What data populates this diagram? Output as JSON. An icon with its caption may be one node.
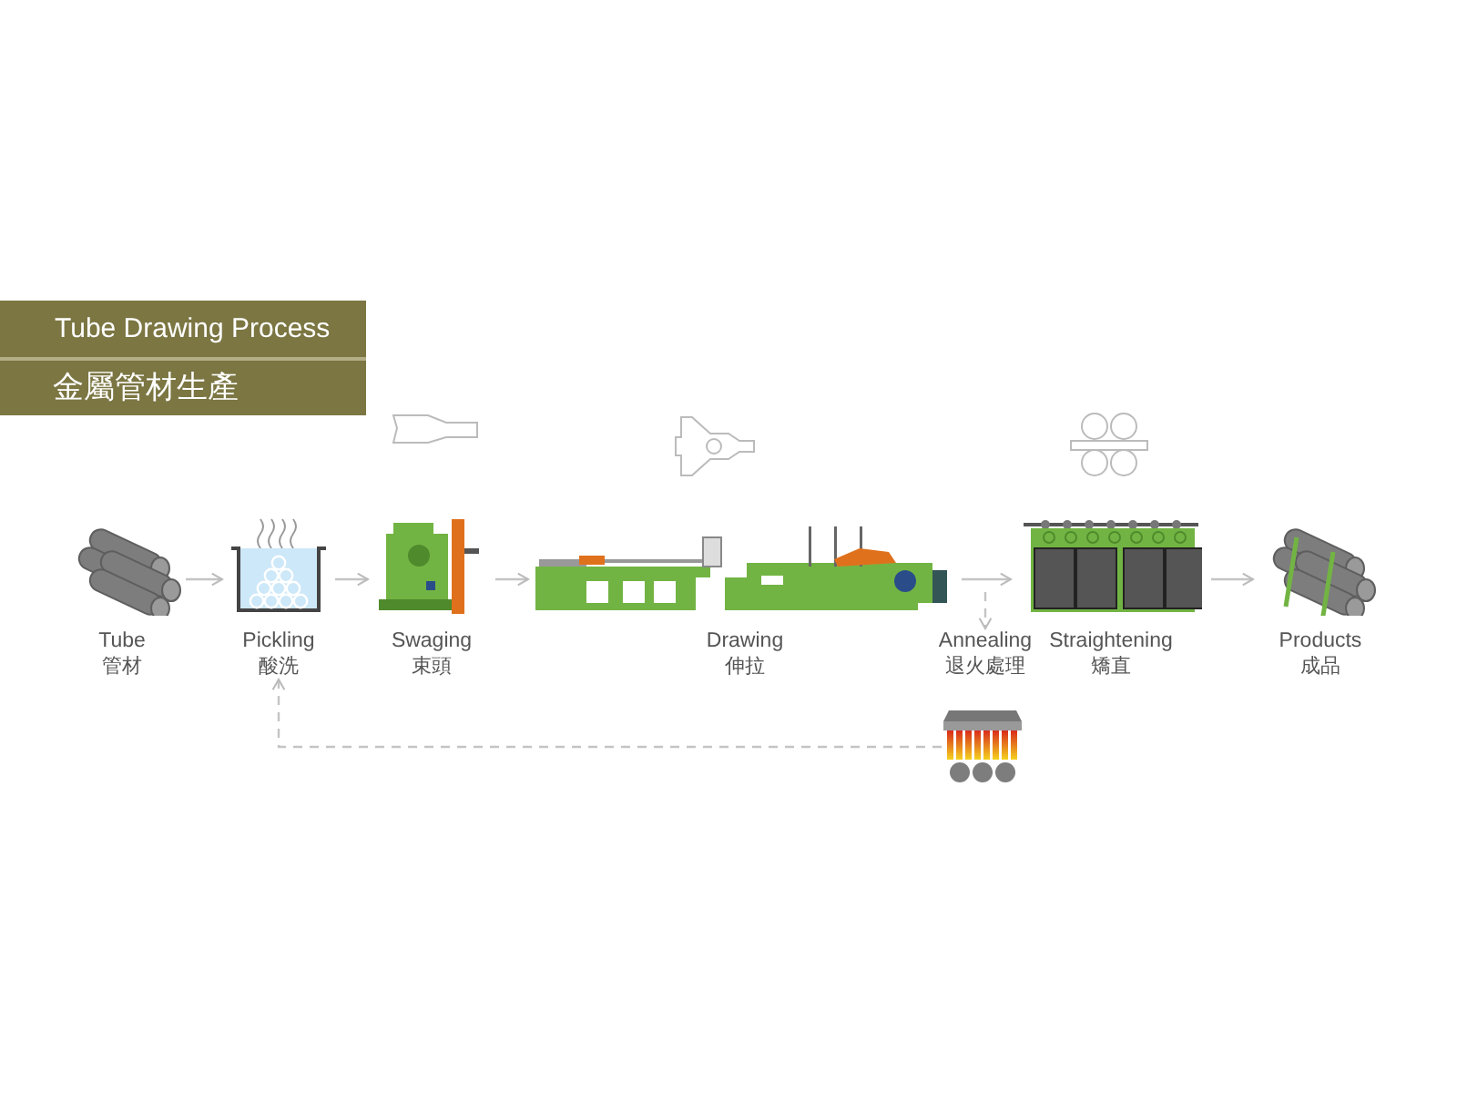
{
  "diagram": {
    "title": "Tube Drawing Process",
    "nodes": [
      {
        "text": [
          "Tube",
          "管材"
        ]
      },
      {
        "text": [
          "Pickling",
          "酸洗"
        ]
      },
      {
        "text": [
          "Swaging",
          "束頭"
        ]
      },
      {
        "text": [
          "Drawing",
          "伸拉"
        ]
      },
      {
        "text": [
          "Annealing",
          "退火處理"
        ]
      },
      {
        "text": [
          "Straightening",
          "矯直"
        ]
      },
      {
        "text": [
          "Products",
          "成品"
        ]
      },
      {
        "text": [],
        "shape": "picture"
      }
    ],
    "edges": [
      {
        "from": 0,
        "to": 1,
        "arrow": "to"
      },
      {
        "from": 1,
        "to": 2,
        "arrow": "to"
      },
      {
        "from": 2,
        "to": 3,
        "arrow": "to"
      },
      {
        "from": 3,
        "to": 5,
        "arrow": "to"
      },
      {
        "from": null,
        "to": 4,
        "arrow": "to",
        "style": "dashed"
      },
      {
        "from": 5,
        "to": 6,
        "arrow": "to"
      },
      {
        "from": 7,
        "to": 1,
        "arrow": "to",
        "style": "dashed"
      }
    ],
    "labels": [
      "金屬管材生產"
    ]
  }
}
